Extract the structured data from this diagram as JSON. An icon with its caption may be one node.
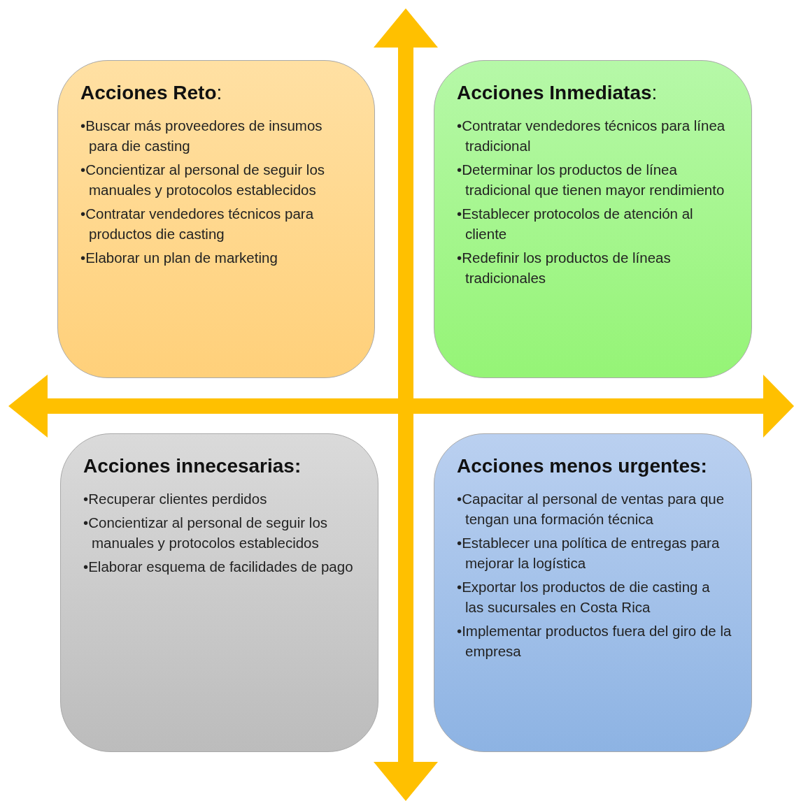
{
  "diagram": {
    "nodes": [
      {
        "text": [
          "**Acciones Reto**:",
          "•Buscar más proveedores de insumos para die casting",
          "•Concientizar al personal de seguir los manuales y protocolos establecidos",
          "•Contratar vendedores técnicos para productos die casting",
          "•Elaborar un plan de marketing"
        ]
      },
      {
        "text": [
          "**Acciones Inmediatas**:",
          "•Contratar vendedores técnicos para línea tradicional",
          "•Determinar los productos de línea tradicional que tienen mayor rendimiento",
          "•Establecer protocolos de atención al cliente",
          "•Redefinir los productos de líneas tradicionales"
        ]
      },
      {
        "text": [
          "Acciones innecesarias:",
          "•Recuperar clientes perdidos",
          "•Concientizar al personal de seguir los manuales y protocolos establecidos",
          "•Elaborar esquema de facilidades de pago"
        ]
      },
      {
        "text": [
          "Acciones menos urgentes:",
          "•Capacitar al personal de ventas para que tengan una formación técnica",
          "•Establecer una política de entregas para mejorar la logística",
          "•Exportar los productos de die casting a las sucursales en Costa Rica",
          "•Implementar productos fuera del giro de la empresa"
        ]
      }
    ],
    "edges": []
  }
}
